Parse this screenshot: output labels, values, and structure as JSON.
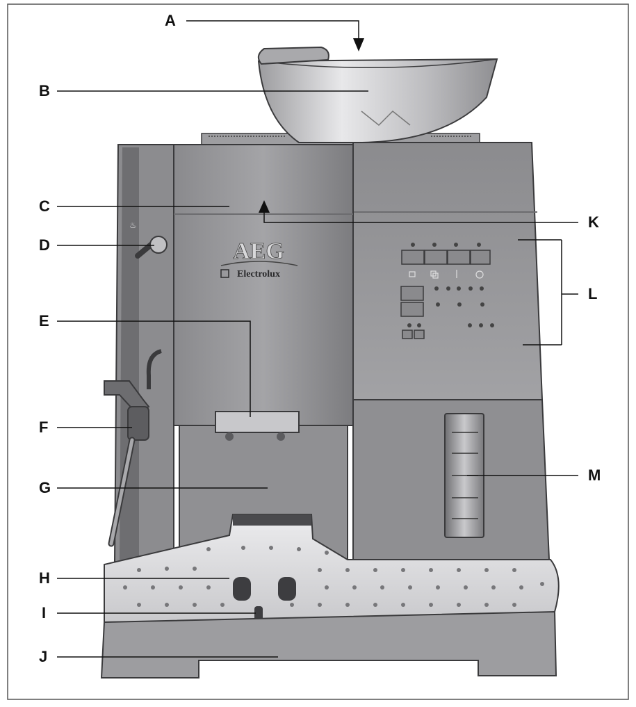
{
  "diagram": {
    "brand": "AEG",
    "sub_brand": "Electrolux",
    "callouts": [
      {
        "id": "A",
        "label": "A"
      },
      {
        "id": "B",
        "label": "B"
      },
      {
        "id": "C",
        "label": "C"
      },
      {
        "id": "D",
        "label": "D"
      },
      {
        "id": "E",
        "label": "E"
      },
      {
        "id": "F",
        "label": "F"
      },
      {
        "id": "G",
        "label": "G"
      },
      {
        "id": "H",
        "label": "H"
      },
      {
        "id": "I",
        "label": "I"
      },
      {
        "id": "J",
        "label": "J"
      },
      {
        "id": "K",
        "label": "K"
      },
      {
        "id": "L",
        "label": "L"
      },
      {
        "id": "M",
        "label": "M"
      }
    ]
  },
  "colors": {
    "body_dark": "#7d7d80",
    "body_mid": "#9a9a9d",
    "body_light": "#b8b8ba",
    "metal": "#d9d9db",
    "outline": "#3a3a3c",
    "button": "#8e8e90"
  }
}
